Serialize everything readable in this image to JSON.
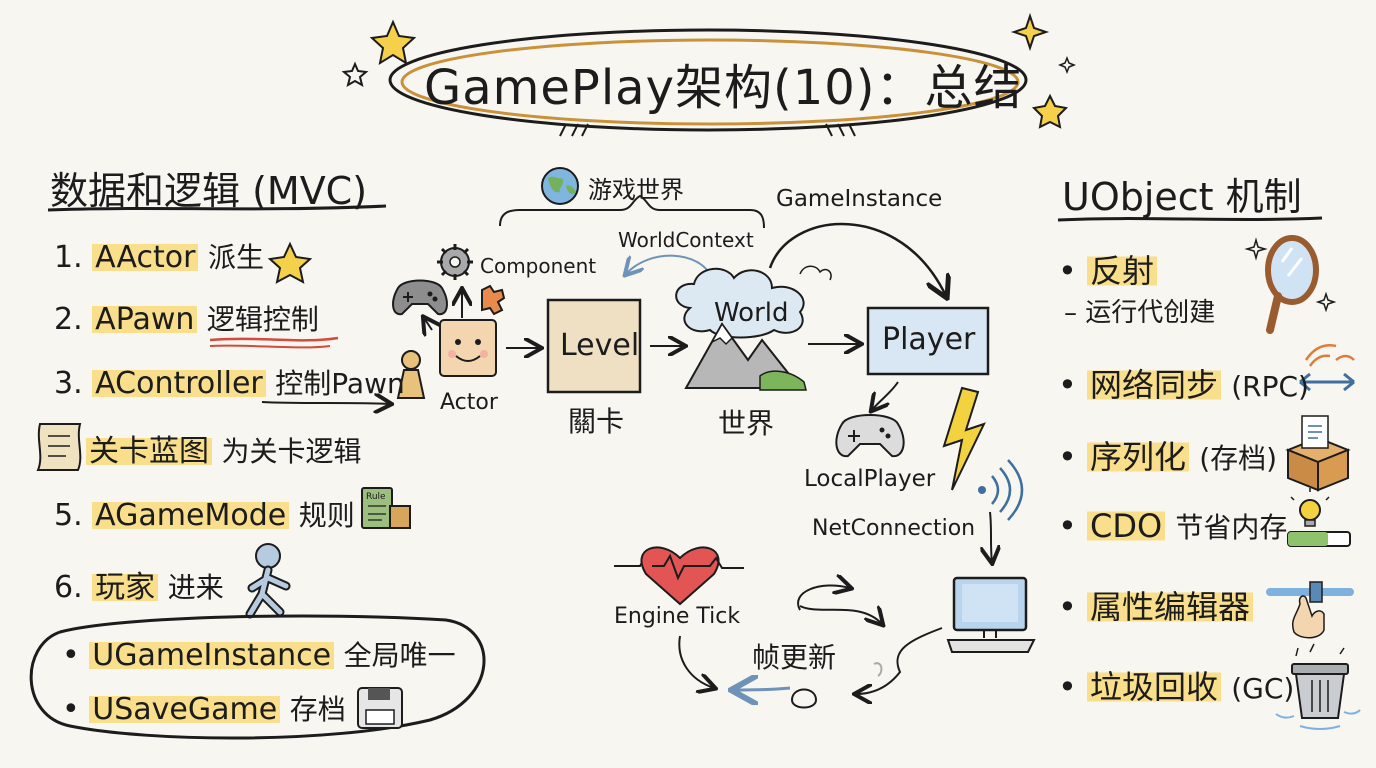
{
  "title": "GamePlay架构(10)：总结",
  "left": {
    "heading": "数据和逻辑 (MVC)",
    "items": [
      {
        "prefix": "1.",
        "highlight": "AActor",
        "text": "派生"
      },
      {
        "prefix": "2.",
        "highlight": "APawn",
        "text": "逻辑控制"
      },
      {
        "prefix": "3.",
        "highlight": "AController",
        "text": "控制Pawn"
      },
      {
        "prefix": "",
        "highlight": "关卡蓝图",
        "text": "为关卡逻辑"
      },
      {
        "prefix": "5.",
        "highlight": "AGameMode",
        "text": "规则"
      },
      {
        "prefix": "6.",
        "highlight": "玩家",
        "text": "进来"
      }
    ],
    "bullets": [
      {
        "highlight": "UGameInstance",
        "text": "全局唯一"
      },
      {
        "highlight": "USaveGame",
        "text": "存档"
      }
    ],
    "rule_book_label": "Rule"
  },
  "center": {
    "game_world": "游戏世界",
    "world_context": "WorldContext",
    "game_instance": "GameInstance",
    "component": "Component",
    "actor": "Actor",
    "level": "Level",
    "level_cn": "關卡",
    "world": "World",
    "world_cn": "世界",
    "player": "Player",
    "local_player": "LocalPlayer",
    "net_connection": "NetConnection",
    "engine_tick": "Engine Tick",
    "frame_update": "帧更新"
  },
  "right": {
    "heading": "UObject 机制",
    "items": [
      {
        "highlight": "反射",
        "text": ""
      },
      {
        "highlight": "网络同步",
        "text": "(RPC)"
      },
      {
        "highlight": "序列化",
        "text": "(存档)"
      },
      {
        "highlight": "CDO",
        "text": "节省内存"
      },
      {
        "highlight": "属性编辑器",
        "text": ""
      },
      {
        "highlight": "垃圾回收",
        "text": "(GC)"
      }
    ],
    "reflection_sub": "– 运行代创建"
  },
  "colors": {
    "background": "#f7f6f1",
    "highlight": "#f9df8c",
    "level_fill": "#efe0c4",
    "player_fill": "#d9e7f5",
    "accent_orange": "#c9913a",
    "heart_red": "#e35555",
    "bolt_yellow": "#f3d23f"
  }
}
